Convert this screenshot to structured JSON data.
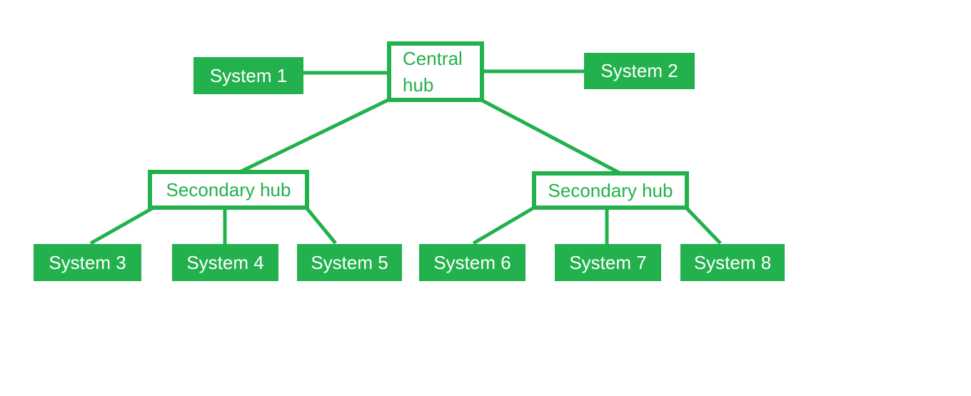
{
  "diagram": {
    "type": "network-topology-tree",
    "colors": {
      "green": "#22b14c",
      "node_text": "#ffffff",
      "background": "#ffffff"
    },
    "nodes": {
      "central_hub": {
        "label": "Central hub",
        "style": "outlined"
      },
      "system1": {
        "label": "System 1",
        "style": "filled"
      },
      "system2": {
        "label": "System 2",
        "style": "filled"
      },
      "secondary_hub_left": {
        "label": "Secondary hub",
        "style": "outlined"
      },
      "secondary_hub_right": {
        "label": "Secondary hub",
        "style": "outlined"
      },
      "system3": {
        "label": "System 3",
        "style": "filled"
      },
      "system4": {
        "label": "System 4",
        "style": "filled"
      },
      "system5": {
        "label": "System 5",
        "style": "filled"
      },
      "system6": {
        "label": "System 6",
        "style": "filled"
      },
      "system7": {
        "label": "System 7",
        "style": "filled"
      },
      "system8": {
        "label": "System 8",
        "style": "filled"
      }
    },
    "edges": [
      {
        "from": "system1",
        "to": "central_hub"
      },
      {
        "from": "central_hub",
        "to": "system2"
      },
      {
        "from": "central_hub",
        "to": "secondary_hub_left"
      },
      {
        "from": "central_hub",
        "to": "secondary_hub_right"
      },
      {
        "from": "secondary_hub_left",
        "to": "system3"
      },
      {
        "from": "secondary_hub_left",
        "to": "system4"
      },
      {
        "from": "secondary_hub_left",
        "to": "system5"
      },
      {
        "from": "secondary_hub_right",
        "to": "system6"
      },
      {
        "from": "secondary_hub_right",
        "to": "system7"
      },
      {
        "from": "secondary_hub_right",
        "to": "system8"
      }
    ]
  }
}
